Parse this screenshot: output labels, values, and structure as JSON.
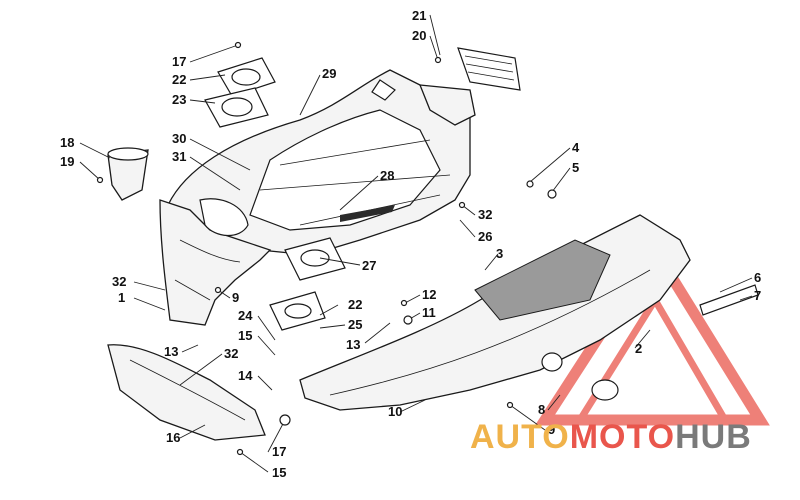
{
  "labels": {
    "l1": "1",
    "l2": "2",
    "l3": "3",
    "l4": "4",
    "l5": "5",
    "l6": "6",
    "l7": "7",
    "l8": "8",
    "l9a": "9",
    "l9b": "9",
    "l10": "10",
    "l11": "11",
    "l12": "12",
    "l13a": "13",
    "l13b": "13",
    "l14": "14",
    "l15a": "15",
    "l15b": "15",
    "l16": "16",
    "l17a": "17",
    "l17b": "17",
    "l18": "18",
    "l19": "19",
    "l20": "20",
    "l21": "21",
    "l22a": "22",
    "l22b": "22",
    "l23": "23",
    "l24": "24",
    "l25": "25",
    "l26": "26",
    "l27": "27",
    "l28": "28",
    "l29": "29",
    "l30": "30",
    "l31": "31",
    "l32a": "32",
    "l32b": "32",
    "l32c": "32"
  },
  "watermark": {
    "part1": "AUTO",
    "part2": "MOTO",
    "part3": "HUB",
    "colors": {
      "auto": "#f0b24a",
      "moto": "#e9564c",
      "hub": "#7a7a7a",
      "triangle": "#e9564c"
    }
  }
}
